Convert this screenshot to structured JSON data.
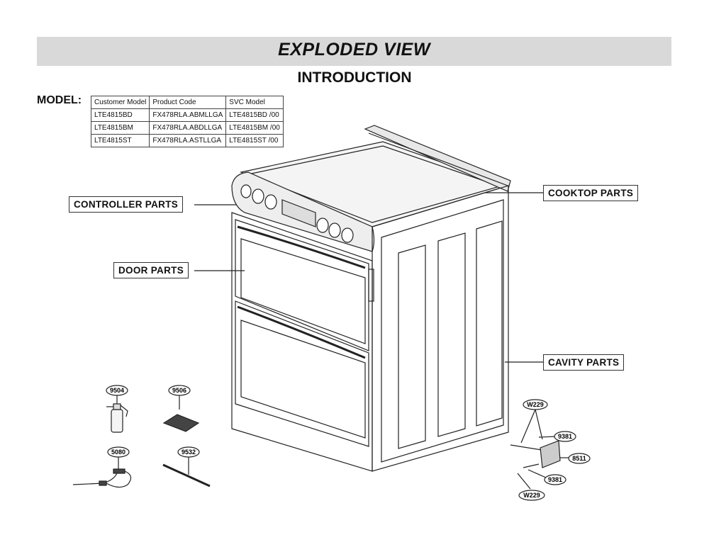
{
  "header": {
    "title": "EXPLODED VIEW",
    "subtitle": "INTRODUCTION"
  },
  "model_label": "MODEL:",
  "model_table": {
    "columns": [
      "Customer Model",
      "Product Code",
      "SVC Model"
    ],
    "rows": [
      [
        "LTE4815BD",
        "FX478RLA.ABMLLGA",
        "LTE4815BD /00"
      ],
      [
        "LTE4815BM",
        "FX478RLA.ABDLLGA",
        "LTE4815BM /00"
      ],
      [
        "LTE4815ST",
        "FX478RLA.ASTLLGA",
        "LTE4815ST /00"
      ]
    ]
  },
  "callouts": {
    "controller": "CONTROLLER  PARTS",
    "door": "DOOR PARTS",
    "cooktop": "COOKTOP PARTS",
    "cavity": "CAVITY PARTS"
  },
  "part_numbers": {
    "p9504": "9504",
    "p9506": "9506",
    "p5080": "5080",
    "p9532": "9532",
    "w229_top": "W229",
    "p9381_top": "9381",
    "p8511": "8511",
    "p9381_bottom": "9381",
    "w229_bottom": "W229"
  }
}
